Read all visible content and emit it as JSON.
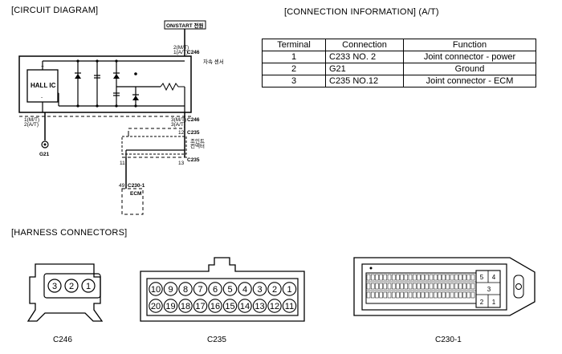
{
  "titles": {
    "circuit": "[CIRCUIT DIAGRAM]",
    "connection": "[CONNECTION INFORMATION] (A/T)",
    "harness": "[HARNESS CONNECTORS]"
  },
  "table": {
    "headers": [
      "Terminal",
      "Connection",
      "Function"
    ],
    "rows": [
      [
        "1",
        "C233 NO. 2",
        "Joint connector - power"
      ],
      [
        "2",
        "G21",
        "Ground"
      ],
      [
        "3",
        "C235 NO.12",
        "Joint connector - ECM"
      ]
    ]
  },
  "circuit": {
    "power_label": "ON/START 전원",
    "c246_top_pins": "2(M/T)\n1(A/T)",
    "c246_top_name": "C246",
    "sensor_label": "차속 센서",
    "hall_ic": "HALL IC",
    "plus": "+",
    "minus": "-",
    "left_pins": "1(M/T)\n2(A/T)",
    "right_pins": "3(M/T)\n3(A/T)",
    "c246_bottom_name": "C246",
    "ground_name": "G21",
    "c235_pin_upper": "12",
    "c235_name_upper": "C235",
    "joint_label": "조인트\n컨넥터",
    "pin_11": "11",
    "pin_13": "13",
    "c235_name_lower": "C235",
    "ecm_pin": "49",
    "ecm_conn": "C230-1",
    "ecm_name": "ECM"
  },
  "connectors": {
    "c246": {
      "name": "C246",
      "pins": [
        "3",
        "2",
        "1"
      ]
    },
    "c235": {
      "name": "C235",
      "row1": [
        "10",
        "9",
        "8",
        "7",
        "6",
        "5",
        "4",
        "3",
        "2",
        "1"
      ],
      "row2": [
        "20",
        "19",
        "18",
        "17",
        "16",
        "15",
        "14",
        "13",
        "12",
        "11"
      ]
    },
    "c2301": {
      "name": "C230-1",
      "side_pins": [
        "5",
        "4",
        "3",
        "2",
        "1"
      ]
    }
  }
}
